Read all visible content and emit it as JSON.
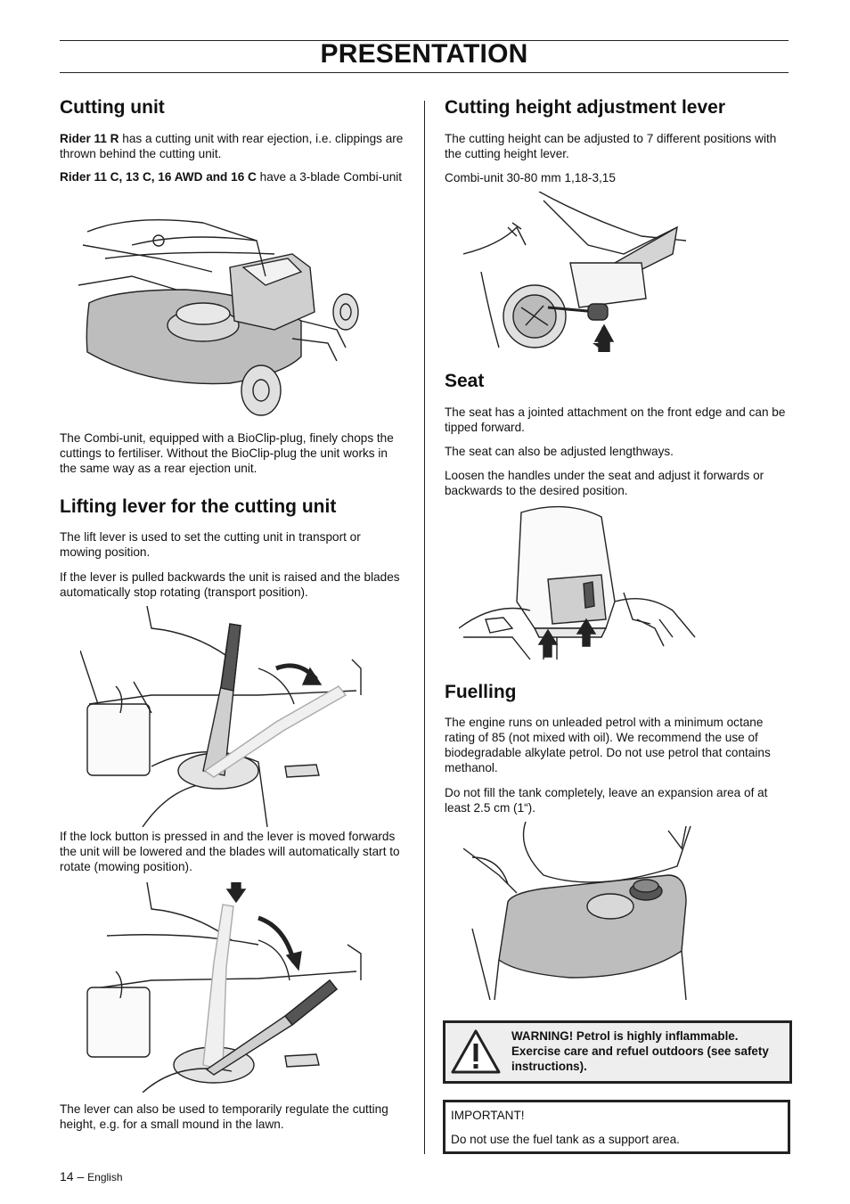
{
  "page": {
    "title": "PRESENTATION",
    "page_number": "14",
    "footer_language": "English"
  },
  "cutting_unit": {
    "heading": "Cutting unit",
    "p1_bold": "Rider 11 R",
    "p1_rest": " has a cutting unit with rear ejection, i.e. clippings are thrown behind the cutting unit.",
    "p2_bold": "Rider 11 C, 13 C, 16 AWD and 16 C",
    "p2_rest": " have a 3-blade Combi-unit",
    "p3": "The Combi-unit, equipped with a BioClip-plug, finely chops the cuttings to fertiliser. Without the BioClip-plug the unit works in the same way as a rear ejection unit."
  },
  "lifting_lever": {
    "heading": "Lifting lever for the cutting unit",
    "p1": "The lift lever is used to set the cutting unit in transport or mowing position.",
    "p2": "If the lever is pulled backwards the unit is raised and the blades automatically stop rotating (transport position).",
    "p3": "If the lock button is pressed in and the lever is moved forwards the unit will be lowered and the blades will automatically start to rotate (mowing position).",
    "p4": "The lever can also be used to temporarily regulate the cutting height, e.g. for a small mound in the lawn."
  },
  "height_lever": {
    "heading": "Cutting height adjustment lever",
    "p1": "The cutting height can be adjusted to 7 different positions with the cutting height lever.",
    "p2": "Combi-unit 30-80 mm 1,18-3,15"
  },
  "seat": {
    "heading": "Seat",
    "p1": "The seat has a jointed attachment on the front edge and can be tipped forward.",
    "p2": "The seat can also be adjusted lengthways.",
    "p3": "Loosen the handles under the seat and adjust it forwards or backwards to the desired position."
  },
  "fuelling": {
    "heading": "Fuelling",
    "p1": "The engine runs on unleaded petrol with a minimum octane rating of 85 (not mixed with oil). We recommend the use of biodegradable alkylate petrol. Do not use petrol that contains methanol.",
    "p2": "Do not fill the tank completely, leave an expansion area of at least 2.5 cm (1“)."
  },
  "warning": {
    "text": "WARNING! Petrol is highly inflammable. Exercise care and refuel outdoors (see safety instructions)."
  },
  "important": {
    "label": "IMPORTANT!",
    "text": "Do not use the fuel tank as a support area."
  }
}
